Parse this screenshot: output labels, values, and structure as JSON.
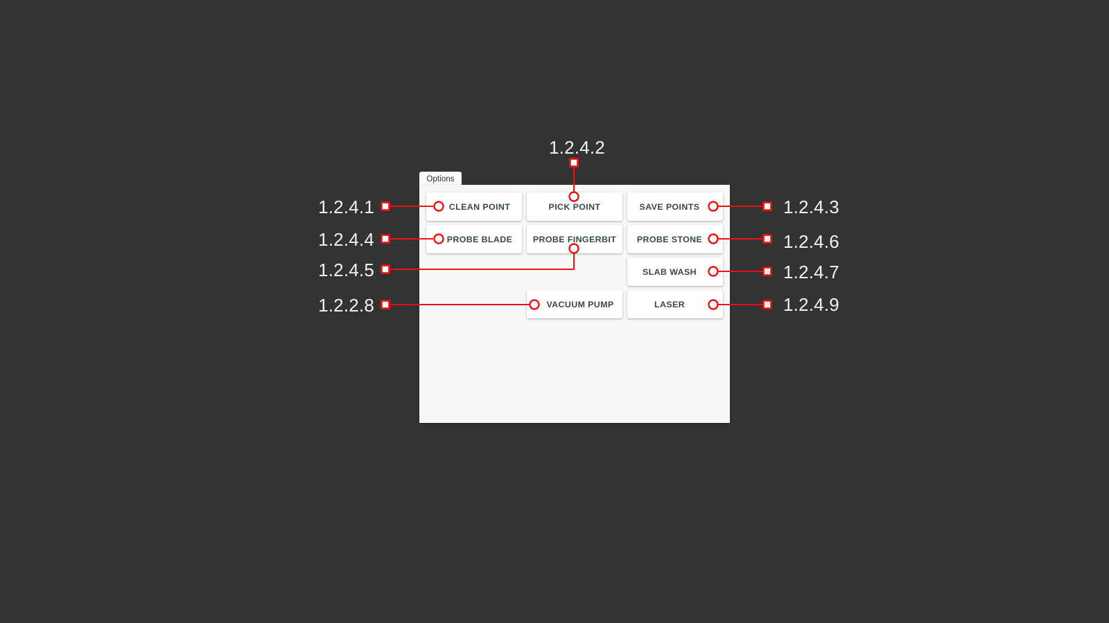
{
  "background_color": "#333333",
  "accent_color": "#ee1111",
  "panel": {
    "tab_label": "Options",
    "background_color": "#f7f7f7",
    "card_background_color": "#ffffff",
    "card_text_color": "#37474f"
  },
  "buttons": [
    {
      "id": "clean-point",
      "label": "CLEAN POINT",
      "column": 1,
      "row": 1
    },
    {
      "id": "pick-point",
      "label": "PICK POINT",
      "column": 2,
      "row": 1
    },
    {
      "id": "save-points",
      "label": "SAVE POINTS",
      "column": 3,
      "row": 1
    },
    {
      "id": "probe-blade",
      "label": "PROBE BLADE",
      "column": 1,
      "row": 2
    },
    {
      "id": "probe-fingerbit",
      "label": "PROBE FINGERBIT",
      "column": 2,
      "row": 2
    },
    {
      "id": "probe-stone",
      "label": "PROBE STONE",
      "column": 3,
      "row": 2
    },
    {
      "id": "slab-wash",
      "label": "SLAB WASH",
      "column": 3,
      "row": 3
    },
    {
      "id": "vacuum-pump",
      "label": "VACUUM PUMP",
      "column": 2,
      "row": 4
    },
    {
      "id": "laser",
      "label": "LASER",
      "column": 3,
      "row": 4
    }
  ],
  "callouts": [
    {
      "id": "callout-1-2-4-2",
      "number": "1.2.4.2",
      "side": "top",
      "target": "pick-point"
    },
    {
      "id": "callout-1-2-4-1",
      "number": "1.2.4.1",
      "side": "left",
      "target": "clean-point"
    },
    {
      "id": "callout-1-2-4-4",
      "number": "1.2.4.4",
      "side": "left",
      "target": "probe-blade"
    },
    {
      "id": "callout-1-2-4-5",
      "number": "1.2.4.5",
      "side": "left",
      "target": "probe-fingerbit"
    },
    {
      "id": "callout-1-2-2-8",
      "number": "1.2.2.8",
      "side": "left",
      "target": "vacuum-pump"
    },
    {
      "id": "callout-1-2-4-3",
      "number": "1.2.4.3",
      "side": "right",
      "target": "save-points"
    },
    {
      "id": "callout-1-2-4-6",
      "number": "1.2.4.6",
      "side": "right",
      "target": "probe-stone"
    },
    {
      "id": "callout-1-2-4-7",
      "number": "1.2.4.7",
      "side": "right",
      "target": "slab-wash"
    },
    {
      "id": "callout-1-2-4-9",
      "number": "1.2.4.9",
      "side": "right",
      "target": "laser"
    }
  ]
}
